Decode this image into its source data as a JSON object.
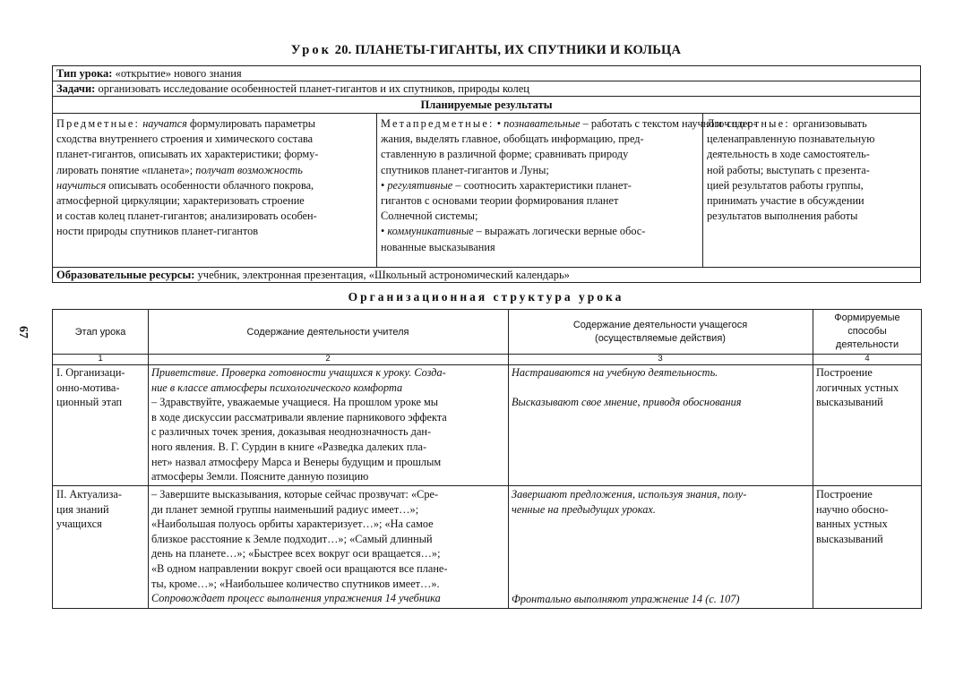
{
  "title": {
    "prefix": "Урок",
    "rest": "20. ПЛАНЕТЫ-ГИГАНТЫ, ИХ СПУТНИКИ И КОЛЬЦА"
  },
  "page_number": "67",
  "info": {
    "type_label": "Тип урока:",
    "type_value": "«открытие» нового знания",
    "tasks_label": "Задачи:",
    "tasks_value": "организовать исследование особенностей планет-гигантов и их спутников, природы колец",
    "results_header": "Планируемые результаты",
    "subject": {
      "label": "Предметные:",
      "lines": [
        {
          "a": "",
          "i": "научатся",
          "b": " формулировать параметры"
        },
        {
          "a": "сходства внутреннего строения и химического состава",
          "i": "",
          "b": ""
        },
        {
          "a": "планет-гигантов, описывать их характеристики; форму-",
          "i": "",
          "b": ""
        },
        {
          "a": "лировать понятие «планета»; ",
          "i": "получат возможность",
          "b": ""
        },
        {
          "a": "",
          "i": "научиться",
          "b": " описывать особенности облачного покрова,"
        },
        {
          "a": "атмосферной циркуляции; характеризовать строение",
          "i": "",
          "b": ""
        },
        {
          "a": "и состав колец планет-гигантов; анализировать особен-",
          "i": "",
          "b": ""
        },
        {
          "a": "ности природы спутников планет-гигантов",
          "i": "",
          "b": ""
        }
      ]
    },
    "meta": {
      "label": "Метапредметные:",
      "lines": [
        {
          "a": "• ",
          "i": "познавательные",
          "b": " – работать с текстом научного содер-"
        },
        {
          "a": "жания, выделять главное, обобщать информацию, пред-",
          "i": "",
          "b": ""
        },
        {
          "a": "ставленную в различной форме; сравнивать природу",
          "i": "",
          "b": ""
        },
        {
          "a": "спутников планет-гигантов и Луны;",
          "i": "",
          "b": ""
        },
        {
          "a": "• ",
          "i": "регулятивные",
          "b": " – соотносить характеристики планет-"
        },
        {
          "a": "гигантов с основами теории формирования планет",
          "i": "",
          "b": ""
        },
        {
          "a": "Солнечной системы;",
          "i": "",
          "b": ""
        },
        {
          "a": "• ",
          "i": "коммуникативные",
          "b": " – выражать логически верные обос-"
        },
        {
          "a": "нованные высказывания",
          "i": "",
          "b": ""
        }
      ]
    },
    "personal": {
      "label": "Личностные:",
      "lines": [
        " организовывать",
        "целенаправленную познавательную",
        "деятельность в ходе самостоятель-",
        "ной работы; выступать с презента-",
        "цией результатов работы группы,",
        "принимать участие в обсуждении",
        "результатов выполнения работы"
      ]
    },
    "resources_label": "Образовательные ресурсы:",
    "resources_value": "учебник, электронная презентация, «Школьный астрономический календарь»"
  },
  "structure_title": "Организационная структура урока",
  "table": {
    "headers": [
      [
        "Этап урока"
      ],
      [
        "Содержание деятельности учителя"
      ],
      [
        "Содержание деятельности учащегося",
        "(осуществляемые действия)"
      ],
      [
        "Формируемые",
        "способы",
        "деятельности"
      ]
    ],
    "col_numbers": [
      "1",
      "2",
      "3",
      "4"
    ],
    "rows": [
      {
        "stage": [
          "I. Организаци-",
          "онно-мотива-",
          "ционный этап"
        ],
        "teacher": [
          {
            "t": "Приветствие. Проверка готовности учащихся к уроку. Созда-",
            "it": true
          },
          {
            "t": "ние в классе атмосферы психологического комфорта",
            "it": true
          },
          {
            "t": "– Здравствуйте, уважаемые учащиеся. На прошлом уроке мы",
            "it": false
          },
          {
            "t": "в ходе дискуссии рассматривали явление парникового эффекта",
            "it": false
          },
          {
            "t": "с различных точек зрения, доказывая неоднозначность дан-",
            "it": false
          },
          {
            "t": "ного явления. В. Г. Сурдин в книге «Разведка далеких пла-",
            "it": false
          },
          {
            "t": "нет» назвал атмосферу Марса и Венеры будущим и прошлым",
            "it": false
          },
          {
            "t": "атмосферы Земли. Поясните данную позицию",
            "it": false
          }
        ],
        "student": [
          {
            "t": "Настраиваются на учебную деятельность.",
            "it": true
          },
          {
            "t": "",
            "it": false
          },
          {
            "t": "Высказывают свое мнение, приводя обоснования",
            "it": true
          }
        ],
        "skills": [
          "Построение",
          "логичных устных",
          "высказываний"
        ]
      },
      {
        "stage": [
          "II. Актуализа-",
          "ция знаний",
          "учащихся"
        ],
        "teacher": [
          {
            "t": "– Завершите высказывания, которые сейчас прозвучат: «Сре-",
            "it": false
          },
          {
            "t": "ди планет земной группы наименьший радиус имеет…»;",
            "it": false
          },
          {
            "t": "«Наибольшая полуось орбиты характеризует…»; «На самое",
            "it": false
          },
          {
            "t": "близкое расстояние к Земле подходит…»; «Самый длинный",
            "it": false
          },
          {
            "t": "день на планете…»; «Быстрее всех вокруг оси вращается…»;",
            "it": false
          },
          {
            "t": "«В одном направлении вокруг своей оси вращаются все плане-",
            "it": false
          },
          {
            "t": "ты, кроме…»; «Наибольшее количество спутников имеет…».",
            "it": false
          },
          {
            "t": "Сопровождает процесс выполнения упражнения 14 учебника",
            "it": true
          }
        ],
        "student": [
          {
            "t": "Завершают предложения, используя знания, полу-",
            "it": true
          },
          {
            "t": "ченные на предыдущих уроках.",
            "it": true
          }
        ],
        "student_bottom": "Фронтально выполняют упражнение 14 (с. 107)",
        "skills": [
          "Построение",
          "научно обосно-",
          "ванных устных",
          "высказываний"
        ]
      }
    ]
  }
}
